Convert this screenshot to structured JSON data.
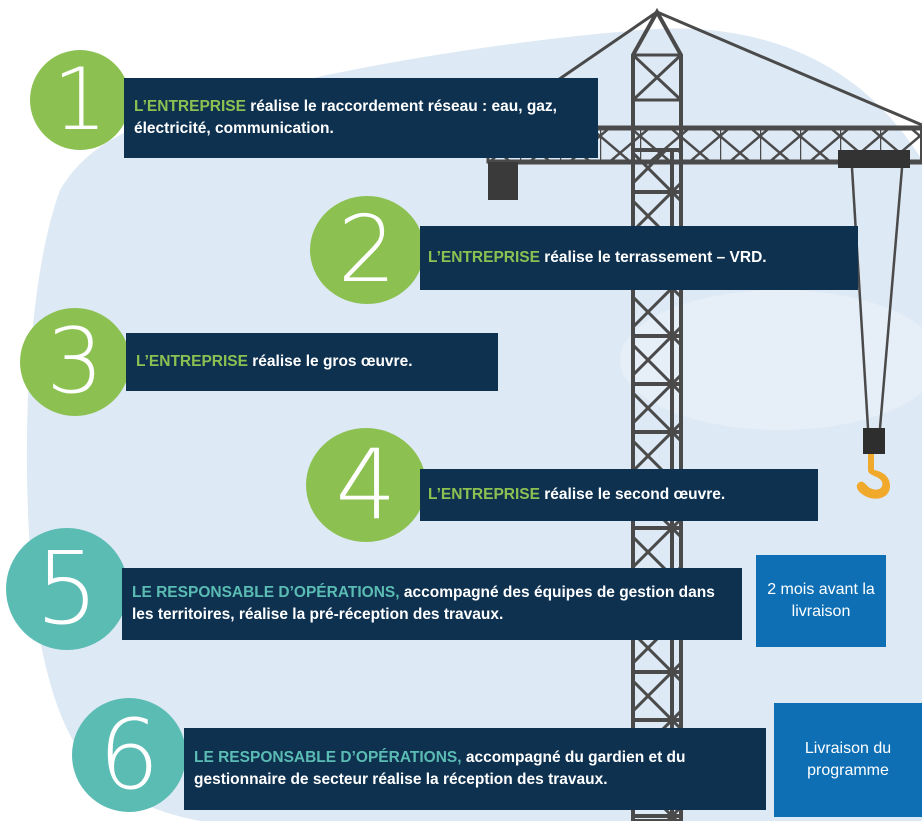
{
  "steps": [
    {
      "number": "1",
      "actor": "L’ENTREPRISE",
      "text": " réalise le raccordement réseau : eau, gaz, électricité,  communication."
    },
    {
      "number": "2",
      "actor": "L’ENTREPRISE",
      "text": " réalise le terrassement – VRD."
    },
    {
      "number": "3",
      "actor": "L’ENTREPRISE",
      "text": " réalise le  gros œuvre."
    },
    {
      "number": "4",
      "actor": "L’ENTREPRISE",
      "text": " réalise le second œuvre."
    },
    {
      "number": "5",
      "actor": "LE RESPONSABLE D’OPÉRATIONS,",
      "text": " accompagné des équipes de gestion dans les territoires,  réalise la pré-réception des travaux.",
      "badge": "2 mois avant la livraison"
    },
    {
      "number": "6",
      "actor": "LE RESPONSABLE D’OPÉRATIONS,",
      "text": " accompagné du gardien et du gestionnaire de secteur réalise la réception des travaux.",
      "badge": "Livraison du programme"
    }
  ],
  "colors": {
    "green": "#8cc152",
    "teal": "#5bbcb4",
    "navy": "#0e3150",
    "blue_badge": "#0e6fb5",
    "background_blob": "#dde9f4",
    "crane": "#4a4a4a",
    "hook": "#f0a92a"
  }
}
